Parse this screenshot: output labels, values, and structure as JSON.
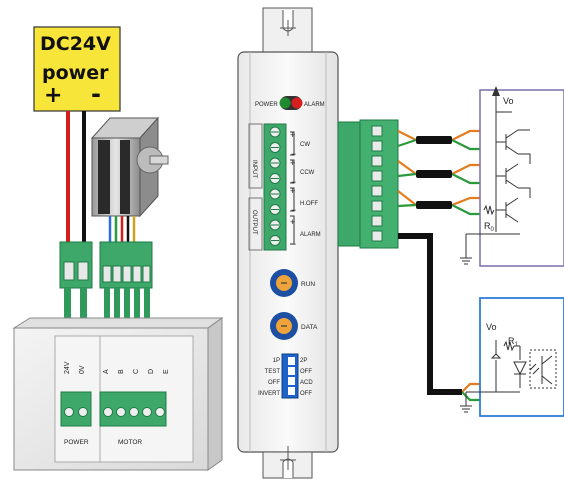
{
  "power_supply": {
    "line1": "DC24V",
    "line2": "power",
    "plus": "+",
    "minus": "-"
  },
  "colors": {
    "yellow": "#f7e53a",
    "green": "#3ea86a",
    "green_dark": "#1f7a47",
    "red_wire": "#d41e1e",
    "black_wire": "#111111",
    "blue_box": "#2c7fd6",
    "dip_blue": "#1b63c9",
    "led_green": "#1e8c2e",
    "led_red": "#d61f1f",
    "knob_blue": "#1d4fa3",
    "knob_orange": "#f0a33a"
  },
  "driver_box": {
    "terminal_labels": [
      "24V",
      "0V",
      "A",
      "B",
      "C",
      "D",
      "E"
    ],
    "power_label": "POWER",
    "motor_label": "MOTOR"
  },
  "controller": {
    "power_led_label": "POWER",
    "alarm_led_label": "ALARM",
    "input_label": "INPUT",
    "output_label": "OUTPUT",
    "signals": [
      "CW",
      "CCW",
      "H.OFF",
      "ALARM"
    ],
    "run_label": "RUN",
    "data_label": "DATA",
    "dip_left": [
      "1P",
      "TEST",
      "OFF",
      "INVERT"
    ],
    "dip_right": [
      "2P",
      "OFF",
      "ACD",
      "OFF"
    ]
  },
  "circuit": {
    "vo_top": "Vo",
    "r0": "R",
    "r0_sub": "0",
    "vo_bottom": "Vo",
    "r1": "R",
    "r1_sub": "1"
  }
}
